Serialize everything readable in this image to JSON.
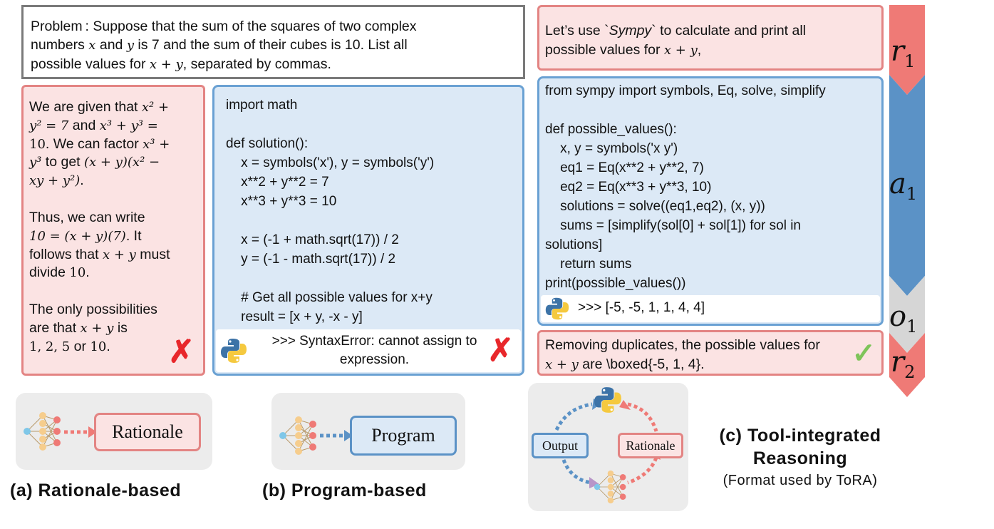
{
  "problem": {
    "l1": "Problem :  Suppose that the sum of the squares of two complex",
    "l2a": "numbers ",
    "x": "x",
    "l2b": " and ",
    "y": "y",
    "l2c": " is 7 and the sum of their cubes is 10. List all",
    "l3a": "possible values for ",
    "xy": "x + y",
    "l3b": ", separated by commas."
  },
  "rationale_panel": {
    "l1a": "We are given that ",
    "l1m": "x² +",
    "l2m": "y² = 7",
    "l2a": " and ",
    "l2m2": "x³ + y³ =",
    "l3m": "10",
    "l3a": ". We can factor ",
    "l3m2": "x³ +",
    "l4m": "y³",
    "l4a": "  to get ",
    "l4m2": "(x + y)(x² −",
    "l5m": "xy + y²)",
    "l5a": ".",
    "l6": "Thus, we can write",
    "l7m": "10 = (x + y)(7)",
    "l7a": ". It",
    "l8a": "follows that ",
    "l8m": "x + y",
    "l8b": " must",
    "l9a": "divide ",
    "l9m": "10",
    "l9b": ".",
    "l10": "The only possibilities",
    "l11a": "are that ",
    "l11m": "x + y",
    "l11b": " is",
    "l12m": "1, 2, 5",
    "l12a": " or ",
    "l12m2": "10",
    "l12b": ".",
    "mark": "✗"
  },
  "program_panel": {
    "code": [
      "import math",
      "",
      "def solution():",
      "    x = symbols('x'), y = symbols('y')",
      "    x**2 + y**2 = 7",
      "    x**3 + y**3 = 10",
      "",
      "    x = (-1 + math.sqrt(17)) / 2",
      "    y = (-1 - math.sqrt(17)) / 2",
      "",
      "    # Get all possible values for x+y",
      "    result = [x + y, -x - y]"
    ],
    "output_l1": ">>> SyntaxError: cannot assign to",
    "output_l2": "expression.",
    "mark": "✗"
  },
  "r1_panel": {
    "l1a": "Let’s use `",
    "l1i": "Sympy",
    "l1b": "` to calculate and print all",
    "l2a": "possible values for ",
    "l2m": "x + y",
    "l2b": ","
  },
  "a1_panel": {
    "code": [
      "from sympy import symbols, Eq, solve, simplify",
      "",
      "def possible_values():",
      "    x, y = symbols('x y')",
      "    eq1 = Eq(x**2 + y**2, 7)",
      "    eq2 = Eq(x**3 + y**3, 10)",
      "    solutions = solve((eq1,eq2), (x, y))",
      "    sums = [simplify(sol[0] + sol[1]) for sol in",
      "solutions]",
      "    return sums",
      "print(possible_values())"
    ],
    "output": ">>> [-5, -5, 1, 1, 4, 4]"
  },
  "r2_panel": {
    "l1": "Removing duplicates, the possible values for",
    "l2m": "x + y",
    "l2a": " are \\boxed{-5, 1, 4}.",
    "mark": "✓"
  },
  "side_labels": {
    "r1": "r",
    "r1s": "1",
    "a1": "a",
    "a1s": "1",
    "o1": "o",
    "o1s": "1",
    "r2": "r",
    "r2s": "2"
  },
  "legend": {
    "a_box": "Rationale",
    "a_caption": "(a) Rationale-based",
    "b_box": "Program",
    "b_caption": "(b) Program-based",
    "c_output": "Output",
    "c_rationale": "Rationale",
    "c_caption_l1": "(c) Tool-integrated",
    "c_caption_l2": "Reasoning",
    "c_sub": "(Format used by ToRA)"
  },
  "colors": {
    "rationale_fill": "#fbe3e3",
    "rationale_border": "#e38483",
    "program_fill": "#dce9f6",
    "program_border": "#6aa1d3",
    "r_arrow": "#ef7a76",
    "a_arrow": "#5b92c6",
    "o_arrow": "#d6d6d6",
    "cross": "#e8272b",
    "check": "#7ec45a"
  }
}
